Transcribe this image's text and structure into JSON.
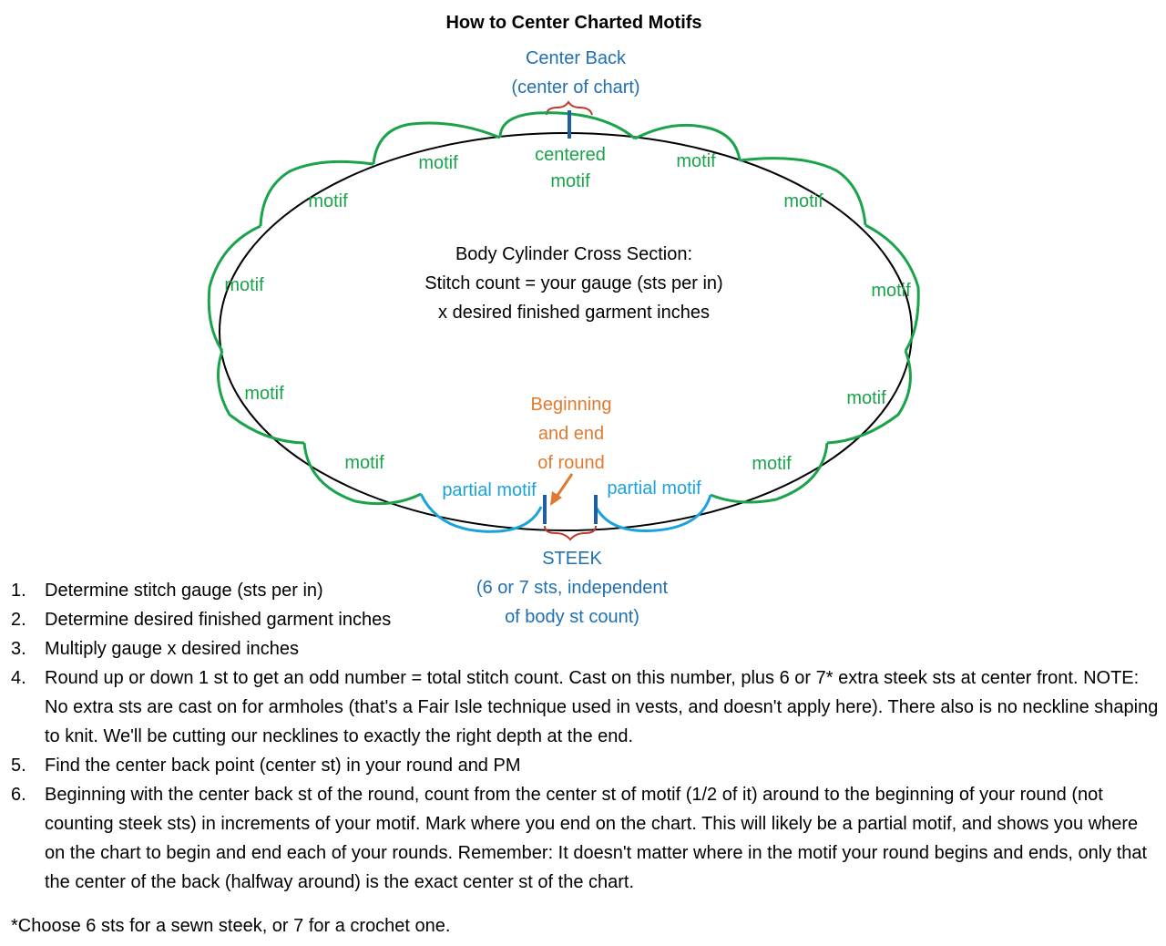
{
  "title": "How to Center Charted Motifs",
  "center_back": {
    "line1": "Center Back",
    "line2": "(center of chart)"
  },
  "centered_motif": {
    "line1": "centered",
    "line2": "motif"
  },
  "motif_label": "motif",
  "cross_section": {
    "line1": "Body Cylinder Cross Section:",
    "line2": "Stitch count = your gauge (sts per in)",
    "line3": "x desired finished garment inches"
  },
  "beginning": {
    "line1": "Beginning",
    "line2": "and end",
    "line3": "of round"
  },
  "partial_motif_label": "partial motif",
  "steek": {
    "line1": "STEEK",
    "line2": "(6 or 7 sts, independent",
    "line3": "of body st count)"
  },
  "colors": {
    "center_back_text": "#1f6fb2",
    "motif_green": "#1aa34a",
    "partial_cyan": "#1aa3db",
    "beginning_orange": "#e07a2e",
    "brace_red": "#c0392b",
    "marker_blue": "#1f5f9f"
  },
  "steps": [
    {
      "num": "1.",
      "text": "Determine stitch gauge (sts per in)"
    },
    {
      "num": "2.",
      "text": "Determine desired finished garment inches"
    },
    {
      "num": "3.",
      "text": "Multiply gauge x desired inches"
    },
    {
      "num": "4.",
      "text": "Round up or down 1 st to get an odd number = total stitch count. Cast on this number, plus 6 or 7* extra steek sts at center front. NOTE: No extra sts are cast on for armholes (that's a Fair Isle technique used in vests, and doesn't apply here). There also is no neckline shaping to knit. We'll be cutting our necklines to exactly the right depth at the end."
    },
    {
      "num": "5.",
      "text": "Find the center back point (center st) in your round and PM"
    },
    {
      "num": "6.",
      "text": "Beginning with the center back st of the round, count from the center st of motif (1/2 of it) around to the beginning of your round (not counting steek sts) in increments of your motif. Mark where you end on the chart. This will likely be a partial motif, and shows you where on the chart to begin and end each of your rounds. Remember: It doesn't matter where in the motif your round begins and ends, only that the center of the back (halfway around) is the exact center st of the chart."
    }
  ],
  "footnote": "*Choose 6 sts for a sewn steek, or 7 for a crochet one."
}
